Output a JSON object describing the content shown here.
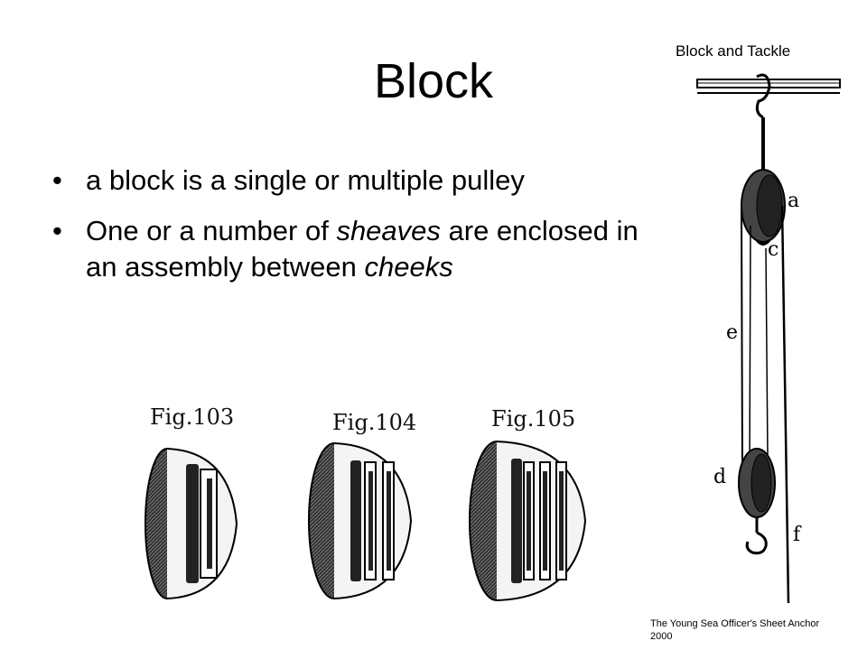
{
  "slide": {
    "title": "Block",
    "bullets": [
      {
        "parts": [
          {
            "text": "a block is a single or multiple pulley",
            "italic": false
          }
        ]
      },
      {
        "parts": [
          {
            "text": " One or a number of ",
            "italic": false
          },
          {
            "text": "sheaves",
            "italic": true
          },
          {
            "text": " are enclosed in an assembly between ",
            "italic": false
          },
          {
            "text": "cheeks",
            "italic": true
          }
        ]
      }
    ],
    "bullet_symbol": "•"
  },
  "figures": {
    "fig103": "Fig.103",
    "fig104": "Fig.104",
    "fig105": "Fig.105"
  },
  "tackle": {
    "caption": "Block and Tackle",
    "labels": {
      "a": "a",
      "c": "c",
      "e": "e",
      "d": "d",
      "f": "f"
    }
  },
  "source": {
    "line1": "The Young Sea Officer's Sheet Anchor",
    "line2": "2000"
  }
}
